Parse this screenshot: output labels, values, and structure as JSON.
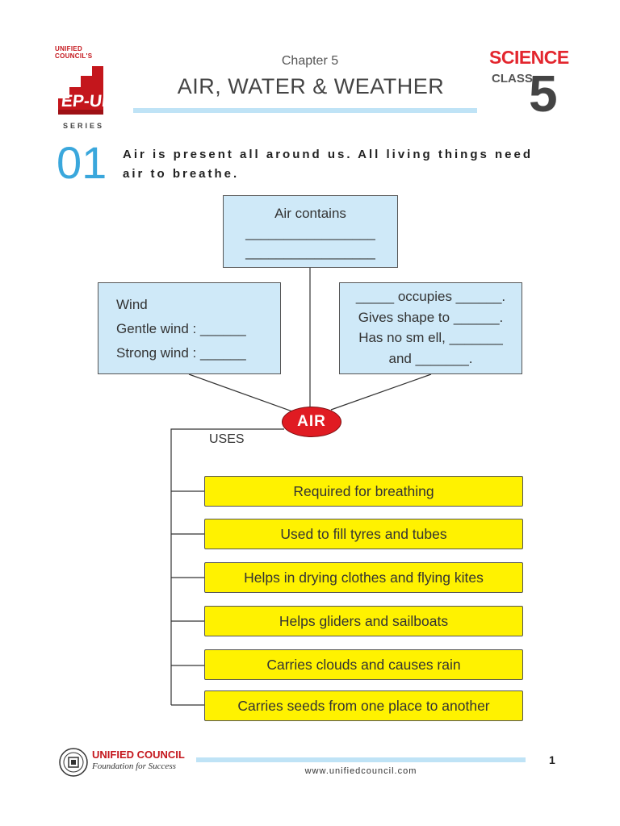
{
  "header": {
    "logo": {
      "caption": "UNIFIED COUNCIL'S",
      "wordmark": "STEP-UP",
      "series": "SERIES"
    },
    "chapter": "Chapter 5",
    "title": "AIR, WATER & WEATHER",
    "subject": "SCIENCE",
    "class_label": "CLASS",
    "class_number": "5"
  },
  "section": {
    "number": "01",
    "text": "Air is present all around us. All living things need air to breathe."
  },
  "diagram": {
    "air_contains": [
      "Air contains",
      "_________________",
      "_________________"
    ],
    "wind": [
      "Wind",
      "Gentle wind : ______",
      "Strong wind : ______"
    ],
    "properties": [
      "_____ occupies ______.",
      "Gives shape to ______.",
      "Has no sm ell, _______",
      "and _______."
    ],
    "center": "AIR",
    "uses_label": "USES",
    "uses": [
      "Required for breathing",
      "Used to fill tyres and tubes",
      "Helps in drying clothes and flying kites",
      "Helps gliders and sailboats",
      "Carries clouds and causes rain",
      "Carries seeds from one place to another"
    ]
  },
  "footer": {
    "org_name": "UNIFIED COUNCIL",
    "org_tagline": "Foundation for Success",
    "url": "www.unifiedcouncil.com",
    "page_number": "1"
  },
  "colors": {
    "accent_red": "#e01b22",
    "accent_blue": "#3aa7dc",
    "box_blue": "#cfe9f8",
    "box_yellow": "#fff200"
  }
}
